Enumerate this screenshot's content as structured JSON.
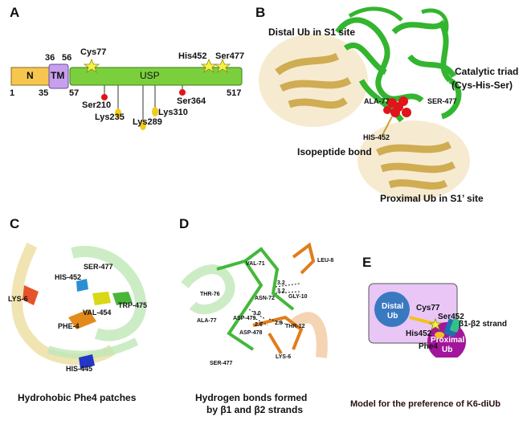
{
  "panels": {
    "A": {
      "label": "A",
      "domains": {
        "n": "N",
        "tm": "TM",
        "usp": "USP"
      },
      "ticks": {
        "t1": "1",
        "t35": "35",
        "t36": "36",
        "t56": "56",
        "t57": "57",
        "t517": "517"
      },
      "sites_above": {
        "cys77": "Cys77",
        "his452": "His452",
        "ser477": "Ser477"
      },
      "sites_below": {
        "ser210": "Ser210",
        "lys235": "Lys235",
        "lys289": "Lys289",
        "lys310": "Lys310",
        "ser364": "Ser364"
      }
    },
    "B": {
      "label": "B",
      "distal": "Distal Ub in S1 site",
      "triad1": "Catalytic triad",
      "triad2": "(Cys-His-Ser)",
      "ala77": "ALA-77",
      "ser477": "SER-477",
      "his452": "HIS-452",
      "isopeptide": "Isopeptide bond",
      "proximal": "Proximal Ub in S1’ site"
    },
    "C": {
      "label": "C",
      "lys6": "LYS-6",
      "his452": "HIS-452",
      "ser477": "SER-477",
      "trp475": "TRP-475",
      "val454": "VAL-454",
      "phe4": "PHE-4",
      "his445": "HIS-445",
      "caption": "Hydrohobic Phe4 patches"
    },
    "D": {
      "label": "D",
      "val71": "VAL-71",
      "leu8": "LEU-8",
      "thr76": "THR-76",
      "asn72": "ASN-72",
      "gly10": "GLY-10",
      "ala77": "ALA-77",
      "asp479": "ASP-479",
      "asp478": "ASP-478",
      "thr12": "THR-12",
      "ser477": "SER-477",
      "lys6": "LYS-6",
      "d32a": "3.2",
      "d32b": "3.2",
      "d30": "3.0",
      "d26": "2.6",
      "d28": "2.8",
      "caption1": "Hydrogen bonds formed",
      "caption2": "by β1 and β2 strands"
    },
    "E": {
      "label": "E",
      "distal1": "Distal",
      "distal2": "Ub",
      "cys77": "Cys77",
      "ser452": "Ser452",
      "strand": "β1-β2 strand",
      "his452": "His452",
      "phe4": "Phe4",
      "proximal1": "Proximal",
      "proximal2": "Ub",
      "caption": "Model for the preference of K6-diUb"
    }
  },
  "colors": {
    "n_domain": "#f7c64f",
    "tm_domain": "#c6a0ee",
    "usp_domain": "#7bcf3d",
    "protein_green": "#33b52f",
    "ub_gold": "#c9a13c",
    "red_atom": "#e0141a",
    "box_purple": "#e9c6f5",
    "distal_blue": "#3979c0",
    "proximal_purple": "#a3169b",
    "caption_dark": "#2a0e0e"
  }
}
